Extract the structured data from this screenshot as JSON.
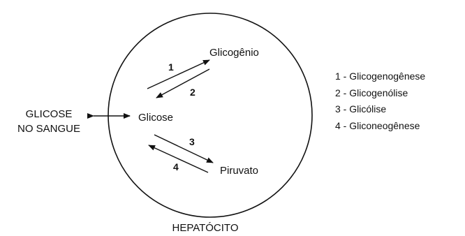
{
  "cell_label": "HEPATÓCITO",
  "blood": {
    "line1": "GLICOSE",
    "line2": "NO SANGUE"
  },
  "nodes": {
    "glicogenio": "Glicogênio",
    "glicose": "Glicose",
    "piruvato": "Piruvato"
  },
  "arrow_numbers": [
    "1",
    "2",
    "3",
    "4"
  ],
  "legend": [
    "1 - Glicogenogênese",
    "2 - Glicogenólise",
    "3 - Glicólise",
    "4 - Gliconeogênese"
  ]
}
